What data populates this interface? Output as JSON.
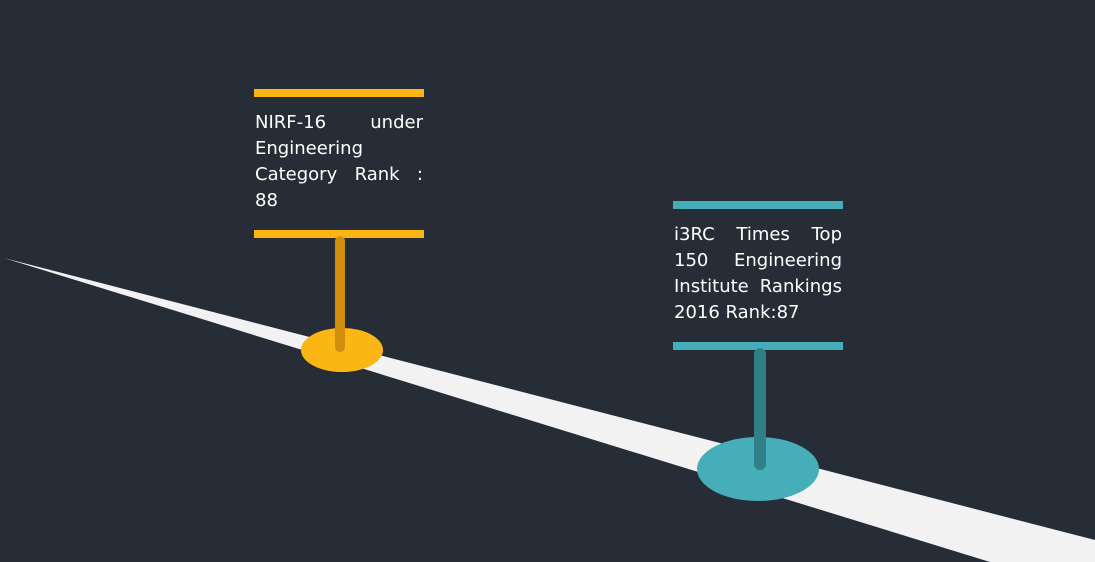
{
  "theme": {
    "background": "#272d37",
    "road": "#f2f2f2",
    "accent_yellow": "#fbb514",
    "accent_yellow_dark": "#d08f0c",
    "accent_teal": "#45aeb8",
    "accent_teal_dark": "#317f87"
  },
  "milestones": [
    {
      "lines": [
        "NIRF-16 under",
        "Engineering",
        "Category Rank : 88"
      ],
      "color": "yellow"
    },
    {
      "lines": [
        "i3RC Times Top",
        "150 Engineering",
        "Institute Rankings",
        "2016 Rank:87"
      ],
      "color": "teal"
    }
  ]
}
